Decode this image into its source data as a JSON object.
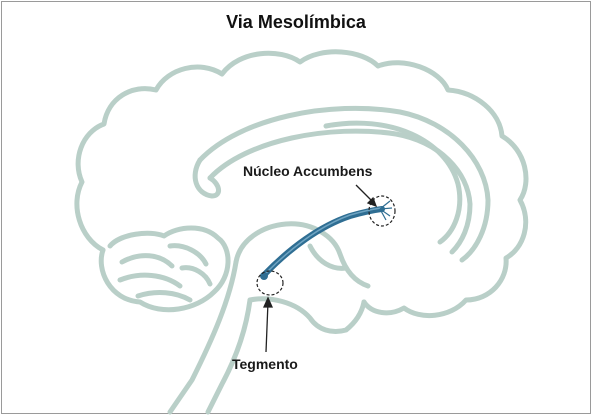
{
  "diagram": {
    "title": "Via Mesolímbica",
    "labels": {
      "nucleus_accumbens": "Núcleo Accumbens",
      "tegmentum": "Tegmento"
    },
    "colors": {
      "brain_outline": "#b9cfc8",
      "pathway": "#2f6e93",
      "pathway_highlight": "#6fa4c2",
      "annotation": "#222222",
      "title": "#111111"
    }
  }
}
